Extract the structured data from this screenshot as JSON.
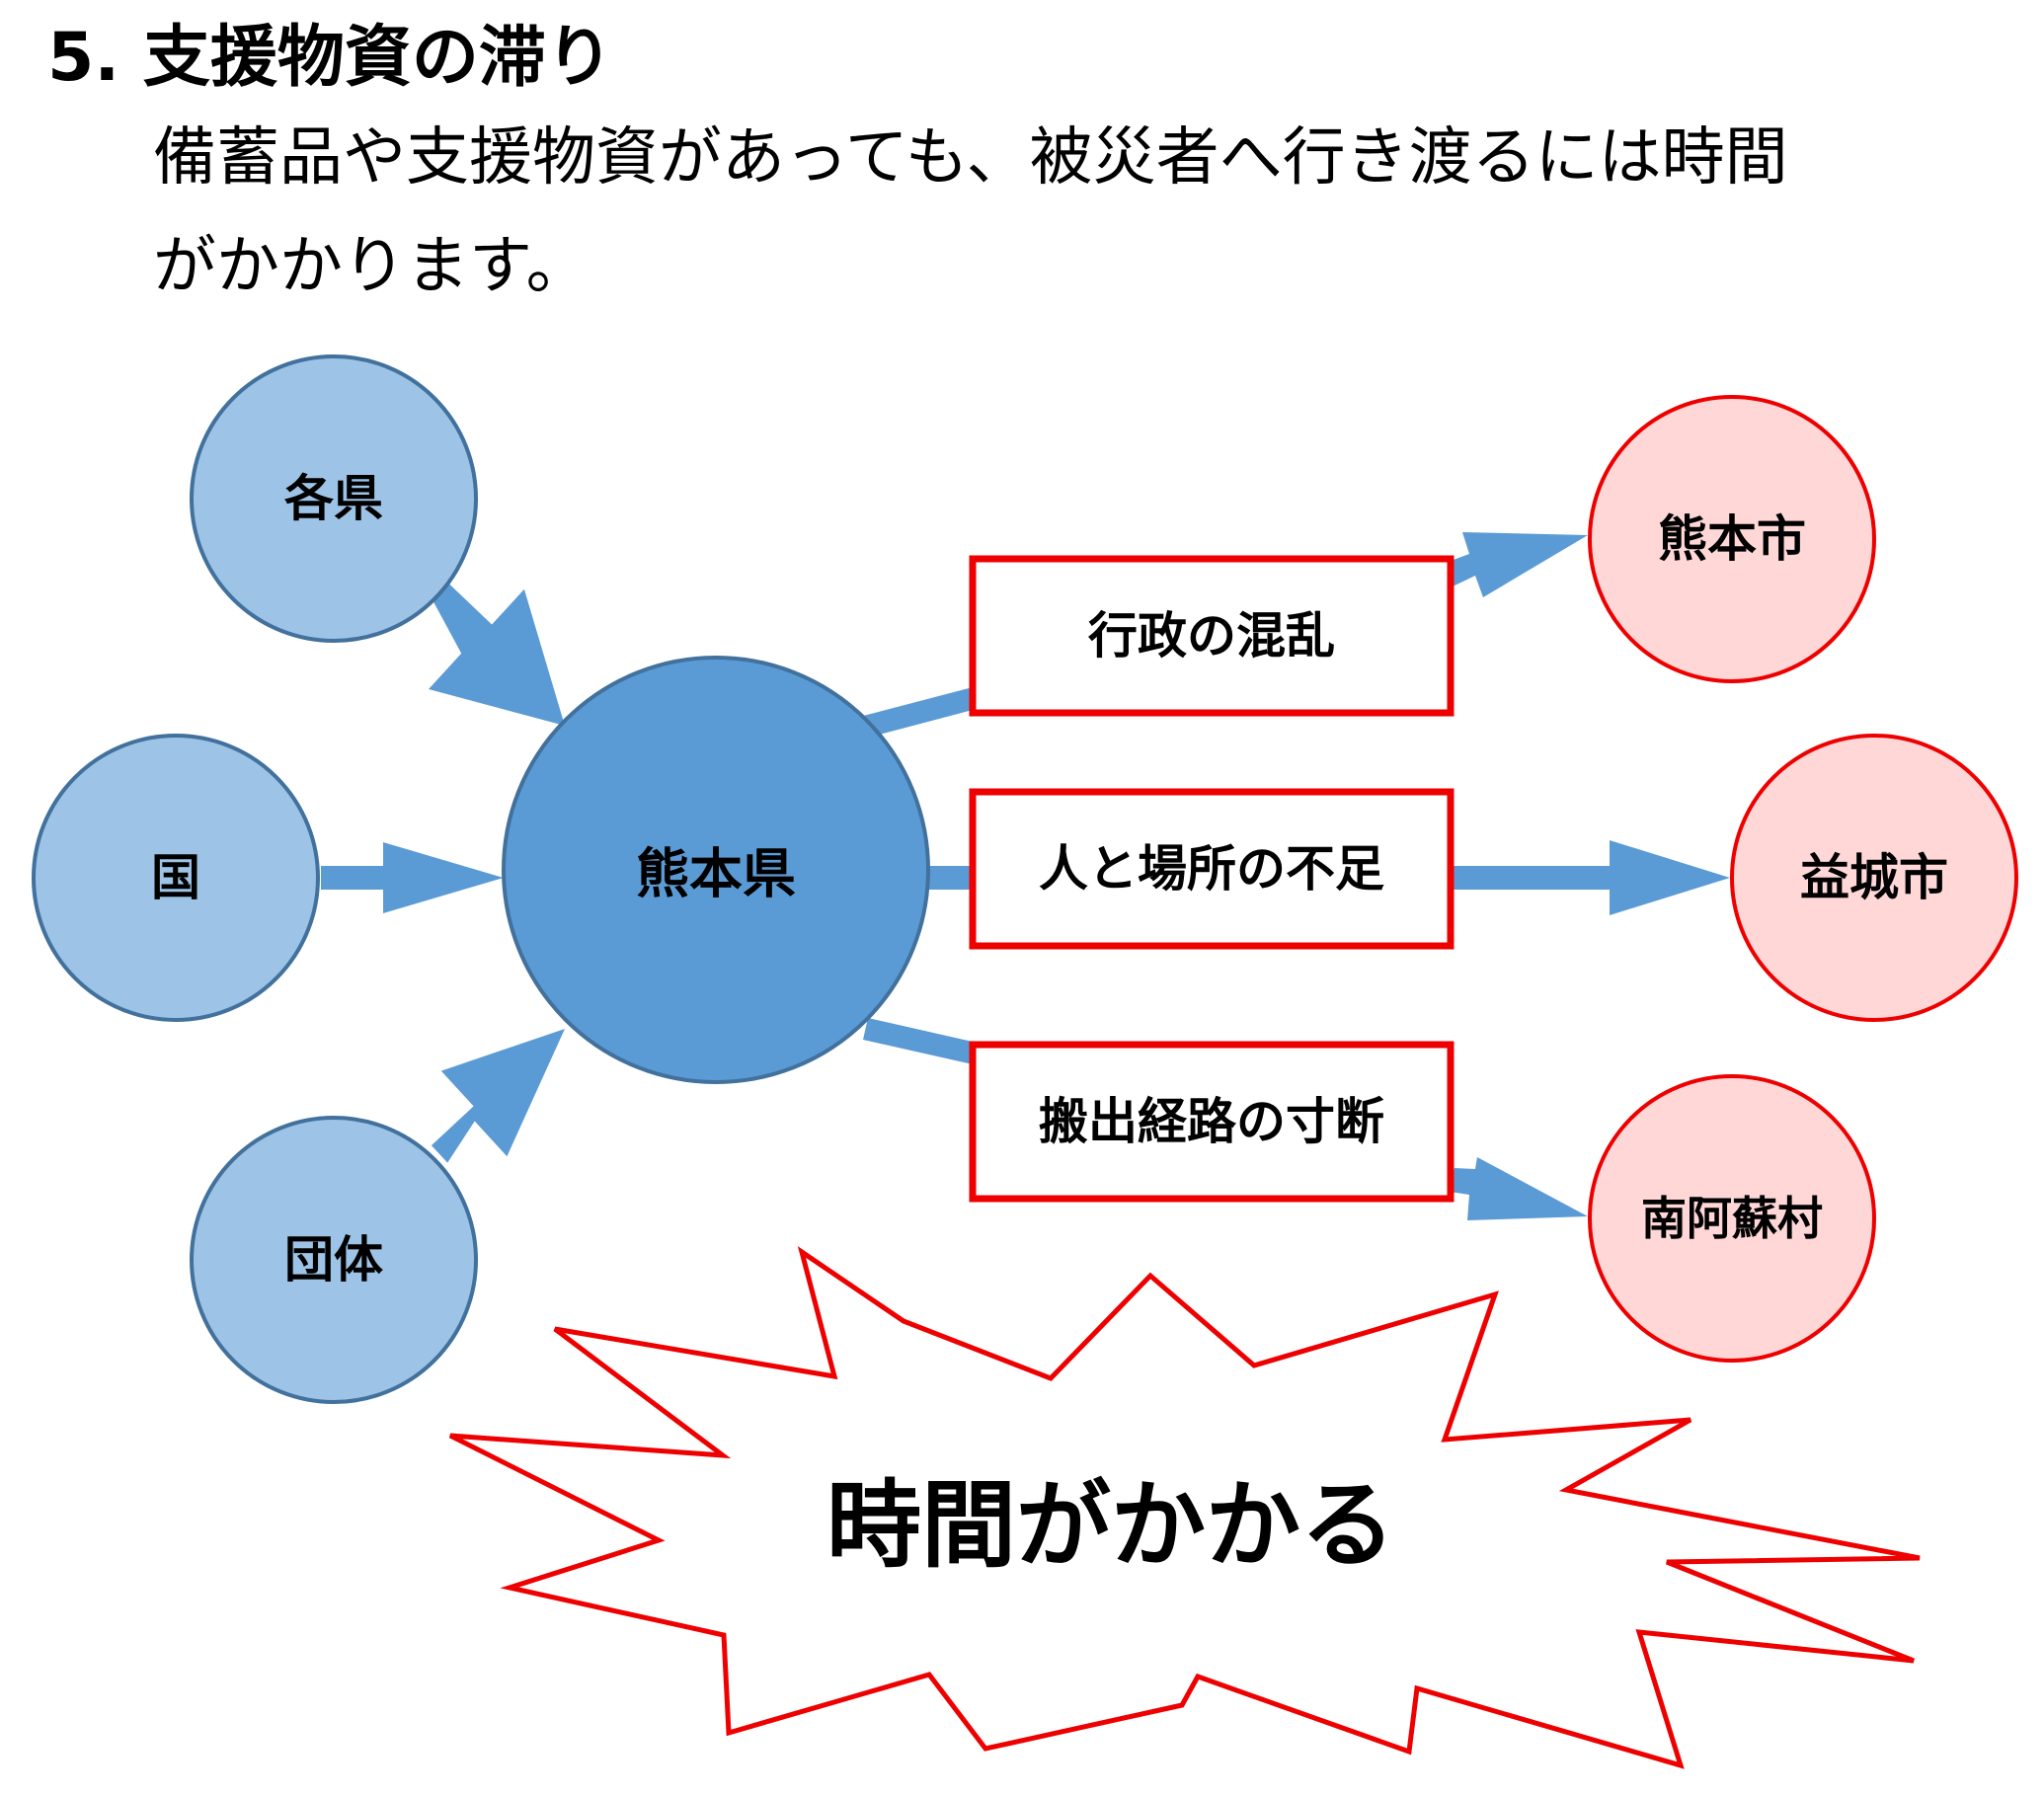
{
  "heading": "5. 支援物資の滞り",
  "description": {
    "line1": "備蓄品や支援物資があっても、被災者へ行き渡るには時間",
    "line2": "がかかります。"
  },
  "sources": [
    "各県",
    "国",
    "団体"
  ],
  "hub": "熊本県",
  "obstacles": [
    "行政の混乱",
    "人と場所の不足",
    "搬出経路の寸断"
  ],
  "destinations": [
    "熊本市",
    "益城市",
    "南阿蘇村"
  ],
  "burst": "時間がかかる",
  "colors": {
    "source_fill": "#9dc3e6",
    "hub_fill": "#5b9bd5",
    "node_stroke": "#41719c",
    "arrow": "#5b9bd5",
    "red": "#ee0000",
    "destination_fill": "#ffd7d7"
  }
}
